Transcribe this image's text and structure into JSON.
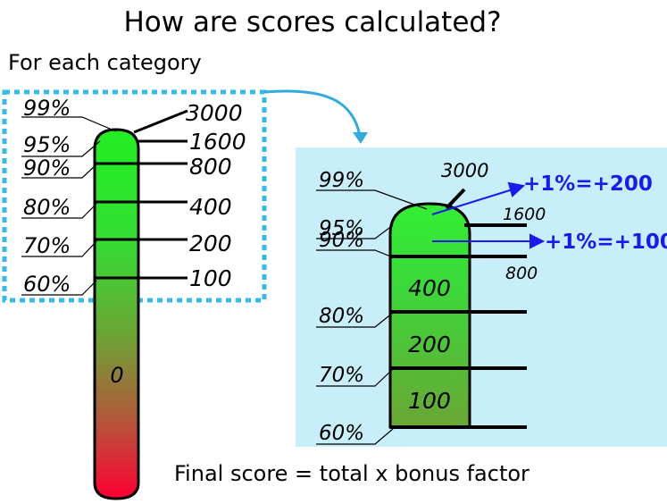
{
  "title": "How are scores calculated?",
  "subtitle": "For each category",
  "left_gauge": {
    "percent_labels": [
      "99%",
      "95%",
      "90%",
      "80%",
      "70%",
      "60%"
    ],
    "score_labels": [
      "3000",
      "1600",
      "800",
      "400",
      "200",
      "100"
    ],
    "zero_label": "0"
  },
  "zoom_panel": {
    "percent_labels": [
      "99%",
      "95%",
      "90%",
      "80%",
      "70%",
      "60%"
    ],
    "top_score": "3000",
    "mid_score_1600": "1600",
    "mid_score_800": "800",
    "band_values": [
      "400",
      "200",
      "100"
    ],
    "bonus_upper": "+1%=+200",
    "bonus_lower": "+1%=+100"
  },
  "footer": "Final score = total x bonus factor",
  "colors": {
    "panel_bg": "#c8eefa",
    "dotted_border": "#33bbee",
    "arrow": "#33aadd",
    "gauge_top": "#22ee22",
    "gauge_bottom": "#ff0033",
    "bright_green": "#33ee33",
    "olive_green": "#6aa635",
    "blue_text": "#1a1aee"
  }
}
